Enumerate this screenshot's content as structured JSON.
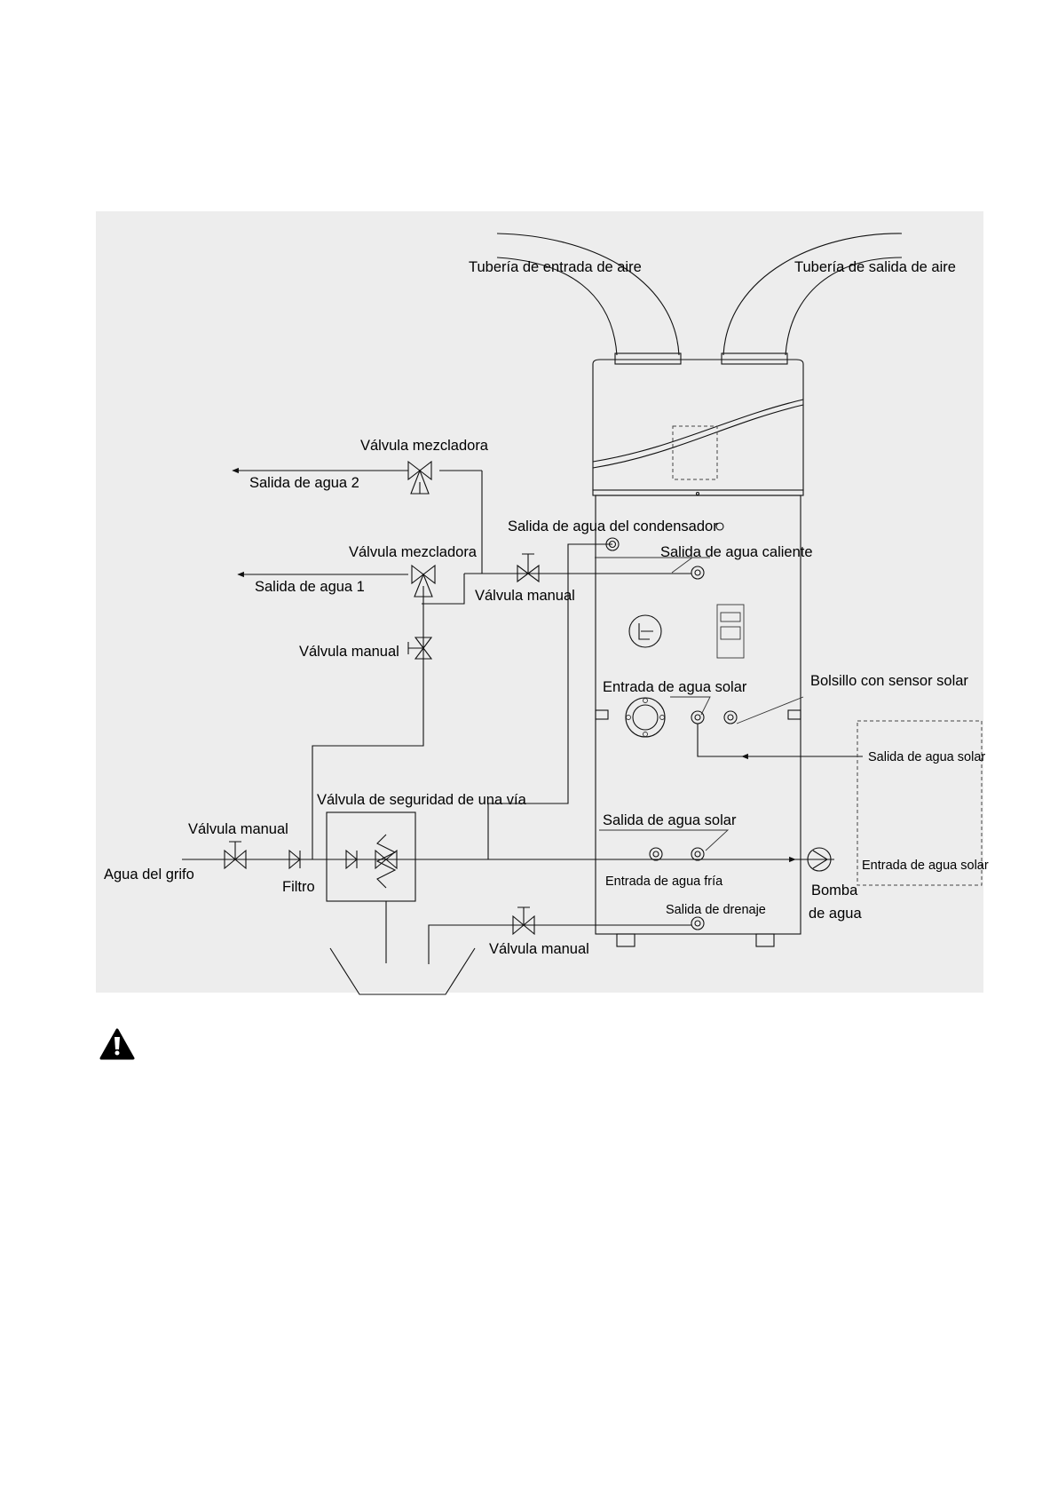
{
  "diagram": {
    "labels": {
      "air_inlet_pipe": "Tubería de entrada de aire",
      "air_outlet_pipe": "Tubería de salida de aire",
      "mixing_valve_top": "Válvula mezcladora",
      "water_outlet_2": "Salida de agua 2",
      "condenser_water_outlet": "Salida de agua del condensador",
      "mixing_valve_mid": "Válvula mezcladora",
      "hot_water_outlet": "Salida de agua caliente",
      "water_outlet_1": "Salida de agua 1",
      "manual_valve_mid": "Válvula manual",
      "manual_valve_left": "Válvula manual",
      "solar_water_inlet": "Entrada de agua solar",
      "solar_sensor_pocket": "Bolsillo con sensor solar",
      "solar_water_outlet_right": "Salida de agua solar",
      "one_way_safety_valve": "Válvula de seguridad de una vía",
      "manual_valve_low": "Válvula manual",
      "solar_water_outlet": "Salida de agua solar",
      "tap_water": "Agua del grifo",
      "filter": "Filtro",
      "cold_water_inlet": "Entrada de agua fría",
      "water_pump_line1": "Bomba",
      "water_pump_line2": "de agua",
      "solar_water_inlet_right": "Entrada de agua solar",
      "drain_outlet": "Salida de drenaje",
      "manual_valve_drain": "Válvula manual"
    }
  },
  "warning": {
    "icon": "warning-triangle-icon"
  }
}
